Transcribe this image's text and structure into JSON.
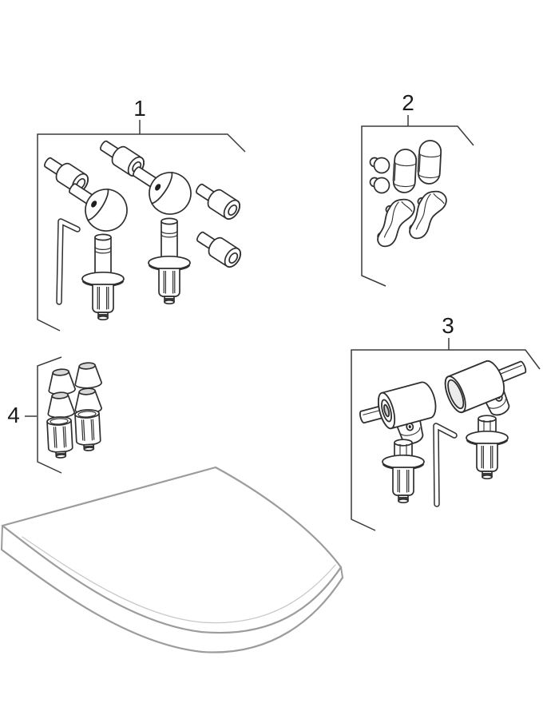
{
  "diagram": {
    "type": "spare-parts-exploded-diagram",
    "background_color": "#ffffff",
    "part_line_color": "#2f2f2f",
    "seat_line_color": "#9c9c9c",
    "seat_highlight_color": "#c9c9c9",
    "cone_top_fill": "#d8d8d8",
    "label_color": "#1c1c1c",
    "groups": [
      {
        "label": "1",
        "parts": [
          "socket-screw",
          "socket-screw",
          "socket-screw",
          "socket-screw",
          "hinge-bolt",
          "hinge-bolt",
          "allen-key",
          "fixing-pin",
          "fixing-pin"
        ]
      },
      {
        "label": "2",
        "parts": [
          "round-buffer",
          "round-buffer",
          "capsule-buffer",
          "capsule-buffer",
          "curved-buffer",
          "curved-buffer"
        ]
      },
      {
        "label": "3",
        "parts": [
          "hinge",
          "hinge",
          "allen-key",
          "fixing-pin",
          "fixing-pin"
        ]
      },
      {
        "label": "4",
        "parts": [
          "cone-buffer",
          "cone-buffer",
          "cone-buffer",
          "cone-buffer",
          "expansion-plug",
          "expansion-plug"
        ]
      }
    ],
    "seat": {
      "name": "toilet-seat-lid"
    }
  }
}
